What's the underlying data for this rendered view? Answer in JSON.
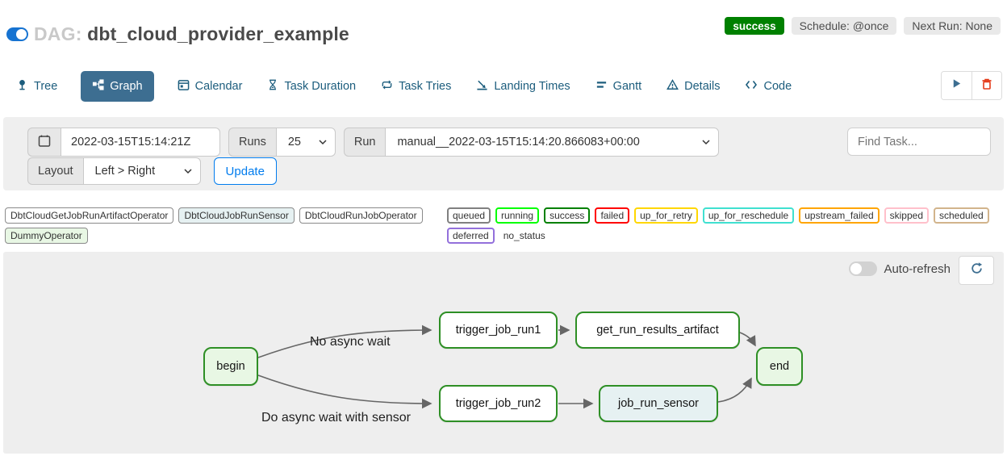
{
  "header": {
    "dag_label": "DAG:",
    "dag_name": "dbt_cloud_provider_example",
    "status_badge": "success",
    "schedule_badge": "Schedule: @once",
    "next_run_badge": "Next Run: None",
    "pause_toggle_on": true
  },
  "tabs": [
    {
      "label": "Tree",
      "icon": "tree-icon",
      "active": false
    },
    {
      "label": "Graph",
      "icon": "graph-icon",
      "active": true
    },
    {
      "label": "Calendar",
      "icon": "calendar-icon",
      "active": false
    },
    {
      "label": "Task Duration",
      "icon": "hourglass-icon",
      "active": false
    },
    {
      "label": "Task Tries",
      "icon": "retry-icon",
      "active": false
    },
    {
      "label": "Landing Times",
      "icon": "landing-icon",
      "active": false
    },
    {
      "label": "Gantt",
      "icon": "gantt-icon",
      "active": false
    },
    {
      "label": "Details",
      "icon": "warning-triangle-icon",
      "active": false
    },
    {
      "label": "Code",
      "icon": "code-icon",
      "active": false
    }
  ],
  "toolbar": {
    "play_icon": "play-icon",
    "delete_icon": "trash-icon"
  },
  "filters": {
    "base_date_value": "2022-03-15T15:14:21Z",
    "runs_label": "Runs",
    "runs_value": "25",
    "run_label": "Run",
    "run_value": "manual__2022-03-15T15:14:20.866083+00:00",
    "find_task_placeholder": "Find Task...",
    "layout_label": "Layout",
    "layout_value": "Left > Right",
    "update_button": "Update"
  },
  "legend": {
    "operators": [
      {
        "label": "DbtCloudGetJobRunArtifactOperator",
        "bg": "#ffffff"
      },
      {
        "label": "DbtCloudJobRunSensor",
        "bg": "#e6f1f2"
      },
      {
        "label": "DbtCloudRunJobOperator",
        "bg": "#ffffff"
      },
      {
        "label": "DummyOperator",
        "bg": "#e8f7e4"
      }
    ],
    "states": [
      {
        "label": "queued",
        "border": "#808080"
      },
      {
        "label": "running",
        "border": "#00ff00"
      },
      {
        "label": "success",
        "border": "#008000"
      },
      {
        "label": "failed",
        "border": "#ff0000"
      },
      {
        "label": "up_for_retry",
        "border": "#ffd700"
      },
      {
        "label": "up_for_reschedule",
        "border": "#40e0d0"
      },
      {
        "label": "upstream_failed",
        "border": "#ffa500"
      },
      {
        "label": "skipped",
        "border": "#ffc0cb"
      },
      {
        "label": "scheduled",
        "border": "#d2b48c"
      },
      {
        "label": "deferred",
        "border": "#9370db"
      }
    ],
    "no_status_label": "no_status"
  },
  "graph": {
    "auto_refresh_label": "Auto-refresh",
    "auto_refresh_on": false,
    "nodes": [
      {
        "id": "begin",
        "label": "begin",
        "fill": "#e8f7e4"
      },
      {
        "id": "trigger_job_run1",
        "label": "trigger_job_run1",
        "fill": "#ffffff"
      },
      {
        "id": "get_run_results_artifact",
        "label": "get_run_results_artifact",
        "fill": "#ffffff"
      },
      {
        "id": "trigger_job_run2",
        "label": "trigger_job_run2",
        "fill": "#ffffff"
      },
      {
        "id": "job_run_sensor",
        "label": "job_run_sensor",
        "fill": "#e6f1f2"
      },
      {
        "id": "end",
        "label": "end",
        "fill": "#e8f7e4"
      }
    ],
    "edges": [
      {
        "from": "begin",
        "to": "trigger_job_run1",
        "label": "No async wait"
      },
      {
        "from": "begin",
        "to": "trigger_job_run2",
        "label": "Do async wait with sensor"
      },
      {
        "from": "trigger_job_run1",
        "to": "get_run_results_artifact",
        "label": ""
      },
      {
        "from": "trigger_job_run2",
        "to": "job_run_sensor",
        "label": ""
      },
      {
        "from": "get_run_results_artifact",
        "to": "end",
        "label": ""
      },
      {
        "from": "job_run_sensor",
        "to": "end",
        "label": ""
      }
    ]
  },
  "colors": {
    "brand_blue": "#017cee",
    "toggle_on_blue": "#1673d1",
    "active_tab_bg": "#3d6e91",
    "tab_text": "#1c5d7d",
    "success_green": "#008000",
    "delete_red": "#e43a19",
    "node_border_green": "#2e8f25",
    "edge_gray": "#666666",
    "panel_gray": "#efefef"
  }
}
